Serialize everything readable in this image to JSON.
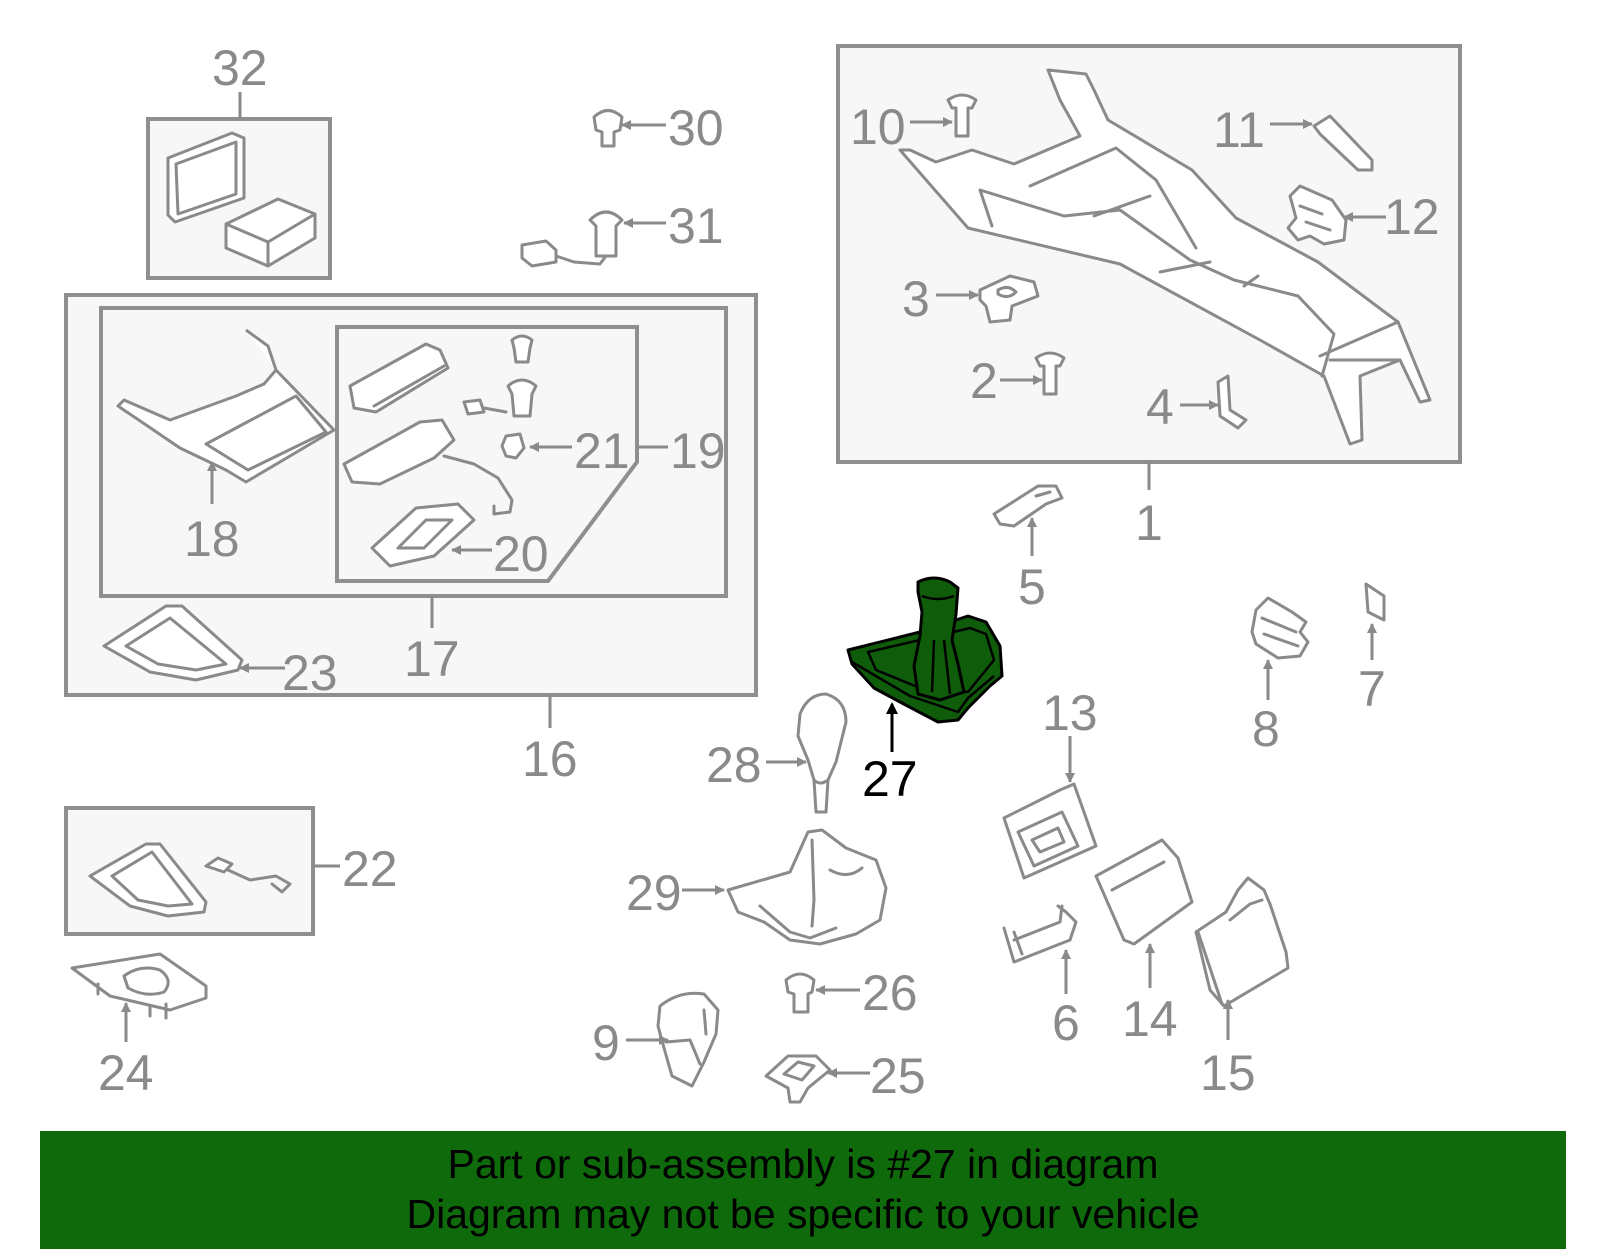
{
  "diagram": {
    "highlight_color": "#0f5c0a",
    "highlighted_part": "27",
    "labels": {
      "p1": "1",
      "p2": "2",
      "p3": "3",
      "p4": "4",
      "p5": "5",
      "p6": "6",
      "p7": "7",
      "p8": "8",
      "p9": "9",
      "p10": "10",
      "p11": "11",
      "p12": "12",
      "p13": "13",
      "p14": "14",
      "p15": "15",
      "p16": "16",
      "p17": "17",
      "p18": "18",
      "p19": "19",
      "p20": "20",
      "p21": "21",
      "p22": "22",
      "p23": "23",
      "p24": "24",
      "p25": "25",
      "p26": "26",
      "p27": "27",
      "p28": "28",
      "p29": "29",
      "p30": "30",
      "p31": "31",
      "p32": "32"
    }
  },
  "banner": {
    "background": "#0e6a0b",
    "line1": "Part or sub-assembly is #27 in diagram",
    "line2": "Diagram may not be specific to your vehicle"
  }
}
